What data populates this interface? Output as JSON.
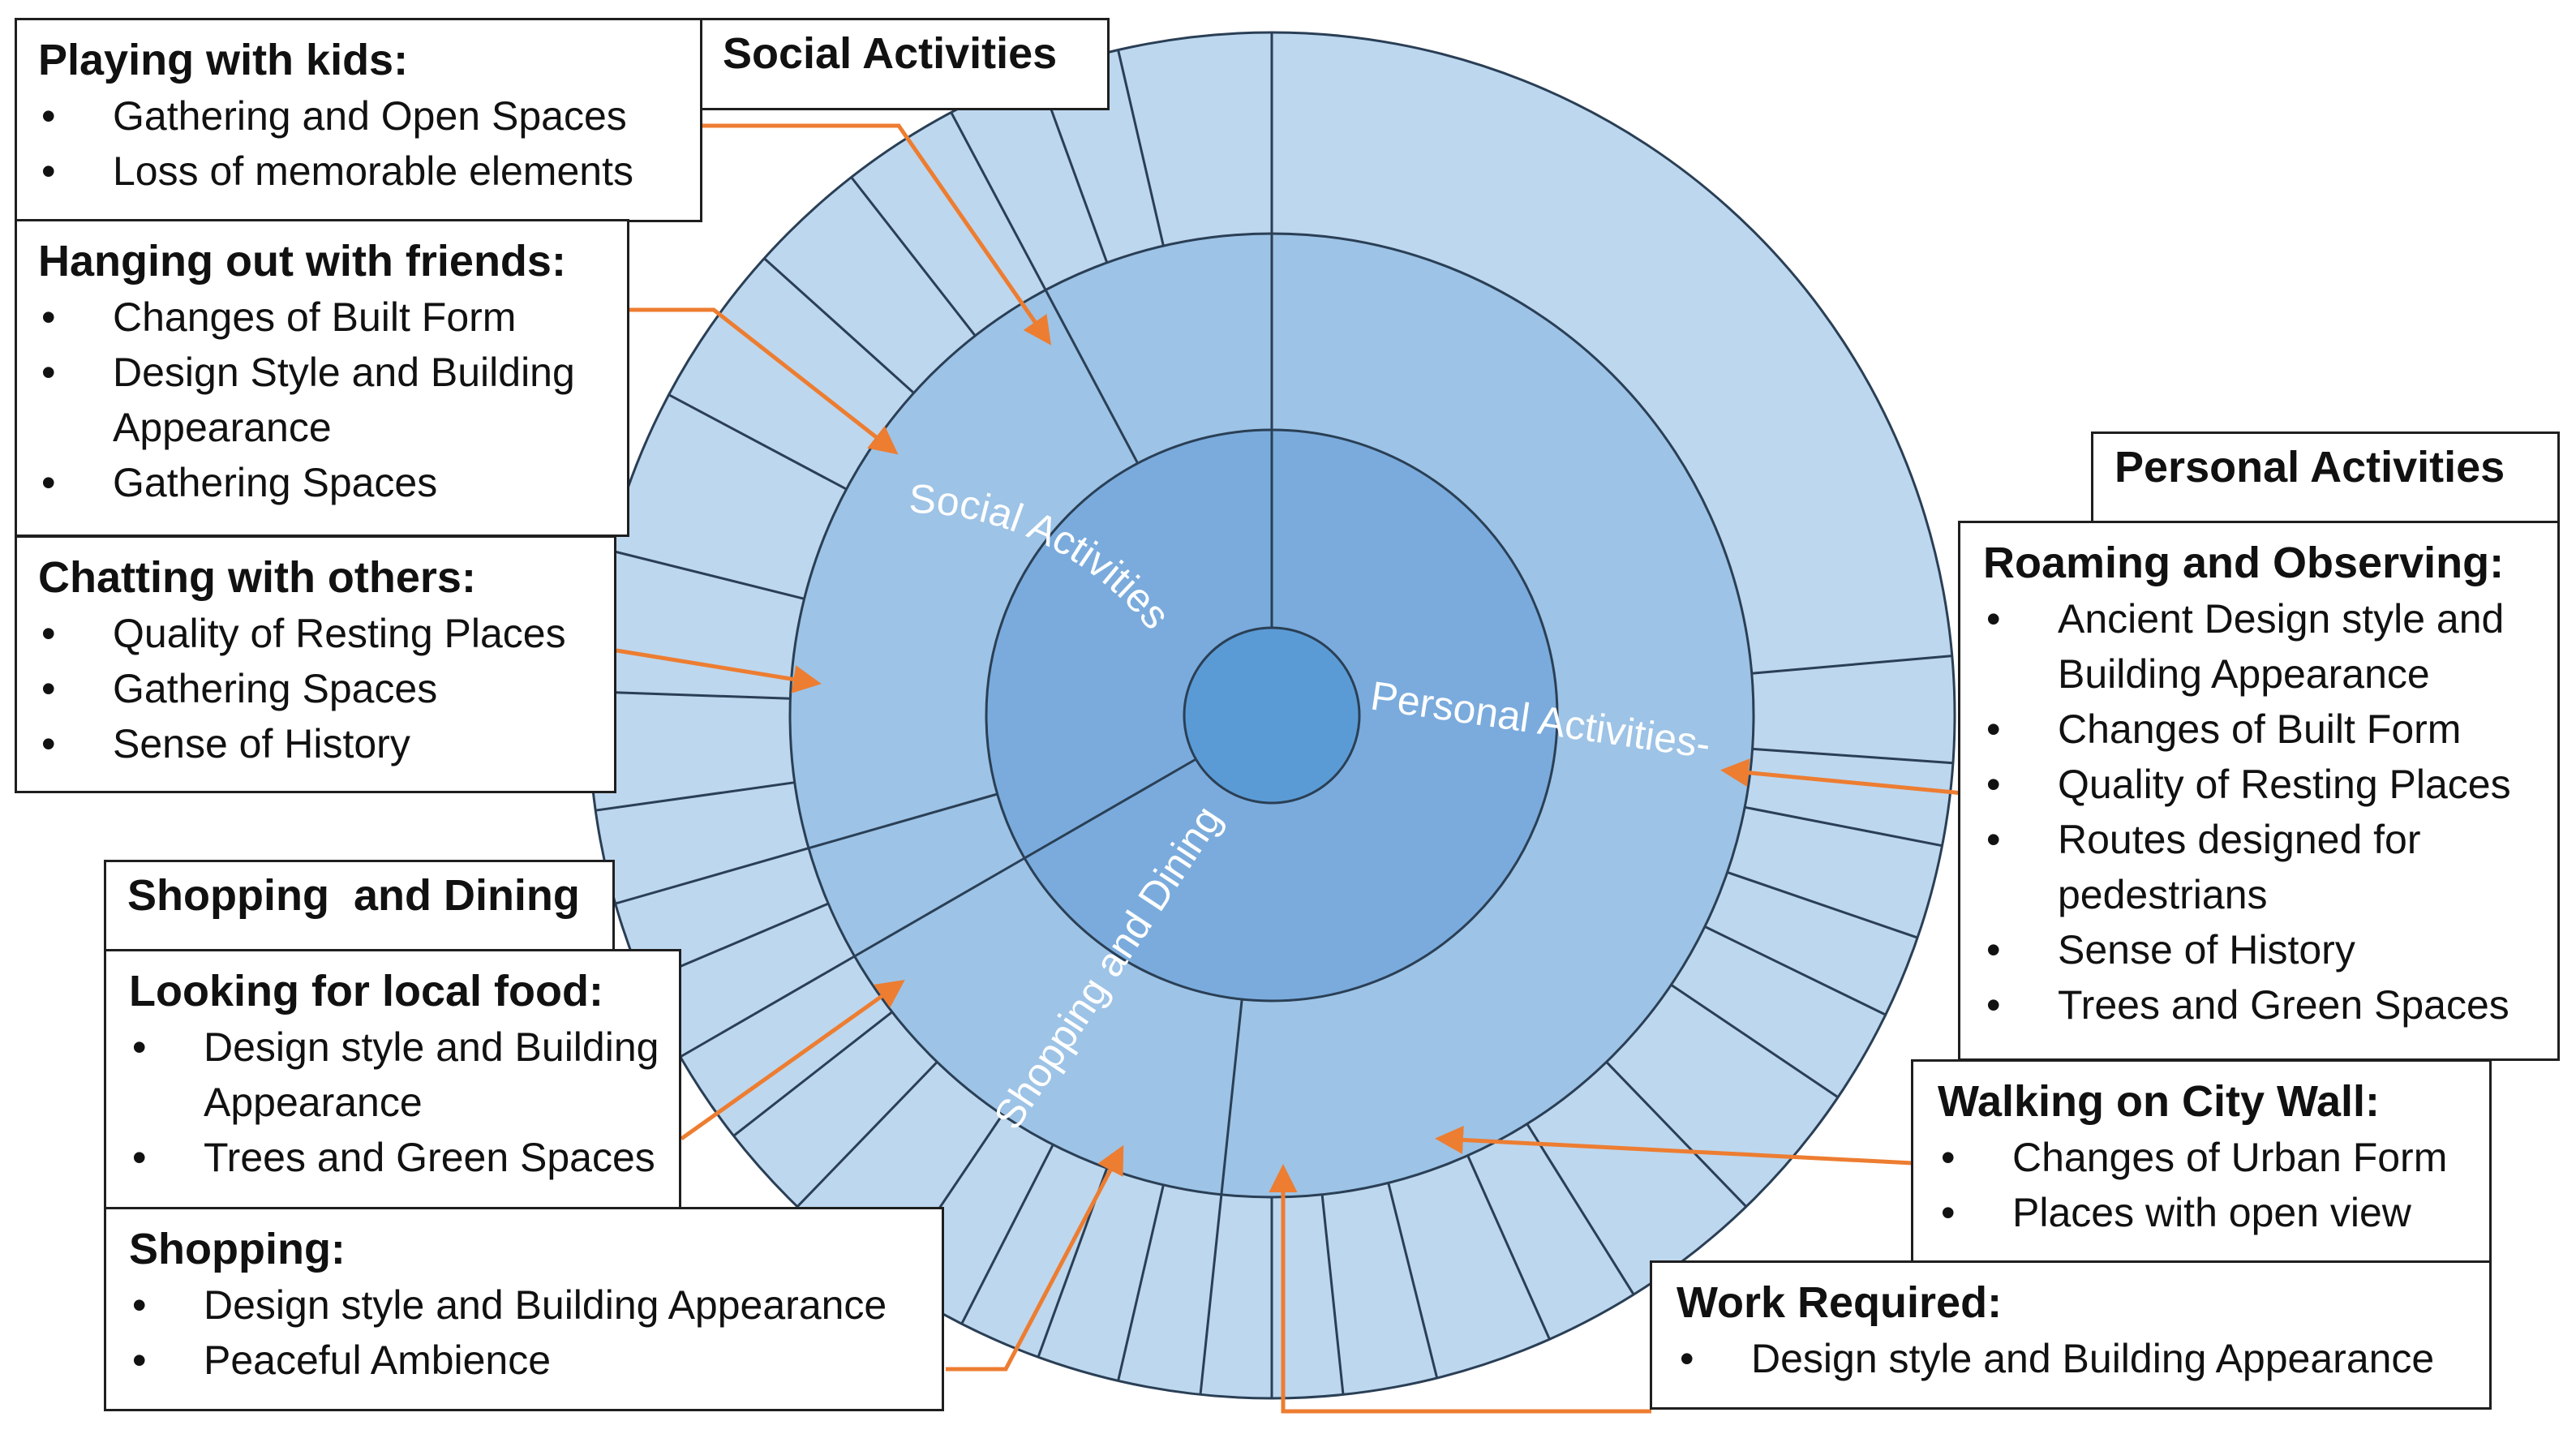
{
  "ring_labels": {
    "social": "Social Activities",
    "personal": "Personal Activities-",
    "shopping": "Shopping and Dining"
  },
  "group_tags": {
    "social": "Social Activities",
    "personal": "Personal Activities",
    "shopping": "Shopping  and Dining"
  },
  "boxes": {
    "playing": {
      "heading": "Playing with kids:",
      "items": [
        "Gathering and Open Spaces",
        "Loss of memorable elements"
      ]
    },
    "hanging": {
      "heading": "Hanging out with friends:",
      "items": [
        "Changes of Built Form",
        "Design Style and Building Appearance",
        "Gathering Spaces"
      ]
    },
    "chatting": {
      "heading": "Chatting with others:",
      "items": [
        "Quality of Resting Places",
        "Gathering Spaces",
        "Sense of History"
      ]
    },
    "food": {
      "heading": "Looking for local food:",
      "items": [
        "Design style and Building Appearance",
        "Trees and Green Spaces"
      ]
    },
    "shopping": {
      "heading": "Shopping:",
      "items": [
        "Design style and Building Appearance",
        "Peaceful Ambience"
      ]
    },
    "roaming": {
      "heading": "Roaming and Observing:",
      "items": [
        "Ancient Design style and Building Appearance",
        "Changes of Built Form",
        "Quality of Resting Places",
        "Routes designed for pedestrians",
        "Sense of History",
        "Trees and Green Spaces"
      ]
    },
    "wall": {
      "heading": "Walking on City Wall:",
      "items": [
        "Changes of Urban Form",
        "Places with open view"
      ]
    },
    "work": {
      "heading": "Work Required:",
      "items": [
        "Design style and Building Appearance"
      ]
    }
  },
  "colors": {
    "outer_ring": "#bdd7ee",
    "middle_ring": "#9dc3e6",
    "inner_ring": "#7aabdc",
    "center": "#5b9bd5",
    "stroke": "#2a3f55",
    "arrow": "#ed7d31"
  }
}
